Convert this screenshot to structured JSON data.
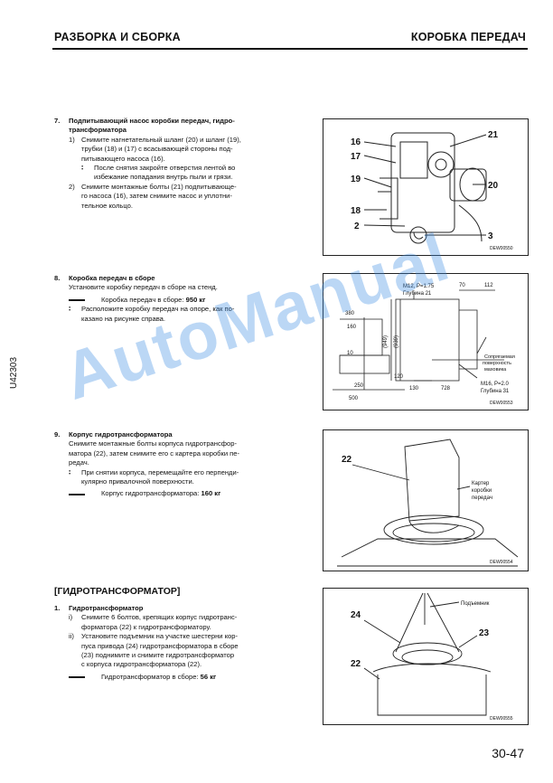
{
  "header": {
    "left": "РАЗБОРКА И СБОРКА",
    "right": "КОРОБКА ПЕРЕДАЧ"
  },
  "side_code": "U42303",
  "watermark": "AutoManual",
  "page_number": "30-47",
  "sections": {
    "s7": {
      "num": "7.",
      "title_l1": "Подпитывающий насос коробки передач, гидро-",
      "title_l2": "трансформатора",
      "items": [
        {
          "k": "1)",
          "lines": [
            "Снимите нагнетательный шланг (20) и шланг (19),",
            "трубки (18) и (17) с всасывающей стороны под-",
            "питывающего насоса (16)."
          ]
        },
        {
          "k": "2)",
          "lines": [
            "Снимите монтажные болты (21) подпитывающе-",
            "го насоса (16), затем снимите насос и уплотни-",
            "тельное кольцо."
          ]
        }
      ],
      "note_k": "∶",
      "note_lines": [
        "После снятия закройте отверстия лентой во",
        "избежание попадания внутрь пыли и грязи."
      ]
    },
    "s8": {
      "num": "8.",
      "title": "Коробка передач в сборе",
      "text": "Установите коробку передач в сборе на стенд.",
      "weight_label": "Коробка передач в сборе: ",
      "weight_value": "950 кг",
      "note_k": "∶",
      "note_lines": [
        "Расположите коробку передач на опоре, как по-",
        "казано на рисунке справа."
      ]
    },
    "s9": {
      "num": "9.",
      "title": "Корпус гидротрансформатора",
      "text_lines": [
        "Снимите монтажные болты корпуса гидротрансфор-",
        "матора (22), затем снимите его с картера коробки пе-",
        "редач."
      ],
      "note_k": "∶",
      "note_lines": [
        "При снятии корпуса, перемещайте его перпенди-",
        "кулярно привалочной поверхности."
      ],
      "weight_label": "Корпус гидротрансформатора: ",
      "weight_value": "160 кг"
    },
    "torque": {
      "section_title": "[ГИДРОТРАНСФОРМАТОР]",
      "num": "1.",
      "title": "Гидротрансформатор",
      "items": [
        {
          "k": "i)",
          "lines": [
            "Снимите 6 болтов, крепящих корпус гидротранс-",
            "форматора (22) к гидротрансформатору."
          ]
        },
        {
          "k": "ii)",
          "lines": [
            "Установите подъемник на участке шестерни кор-",
            "пуса привода (24) гидротрансформатора в сборе",
            "(23) поднимите и снимите гидротрансформатор",
            "с корпуса гидротрансформатора (22)."
          ]
        }
      ],
      "weight_label": "Гидротрансформатор в сборе: ",
      "weight_value": "56 кг"
    }
  },
  "figures": {
    "fig1": {
      "code": "DEW00550",
      "callouts": [
        "16",
        "17",
        "19",
        "18",
        "2",
        "21",
        "20",
        "3"
      ]
    },
    "fig2": {
      "code": "DEW00553",
      "labels": {
        "m12": "M12, P=1.75",
        "depth21": "Глубина 21",
        "d70": "70",
        "d112": "112",
        "d380": "380",
        "d160": "160",
        "d949": "(949)",
        "d939": "(939)",
        "d10": "10",
        "d120": "120",
        "d250": "250",
        "d500": "500",
        "d130": "130",
        "d728": "728",
        "mating_l1": "Сопрягаемая",
        "mating_l2": "поверхность",
        "mating_l3": "маховика",
        "m16": "M16, P=2.0",
        "depth31": "Глубина 31"
      }
    },
    "fig3": {
      "code": "DEW00554",
      "label22": "22",
      "case_l1": "Картер",
      "case_l2": "коробки",
      "case_l3": "передач"
    },
    "fig4": {
      "code": "DEW00555",
      "hoist": "Подъемник",
      "callouts": [
        "24",
        "23",
        "22"
      ]
    }
  }
}
